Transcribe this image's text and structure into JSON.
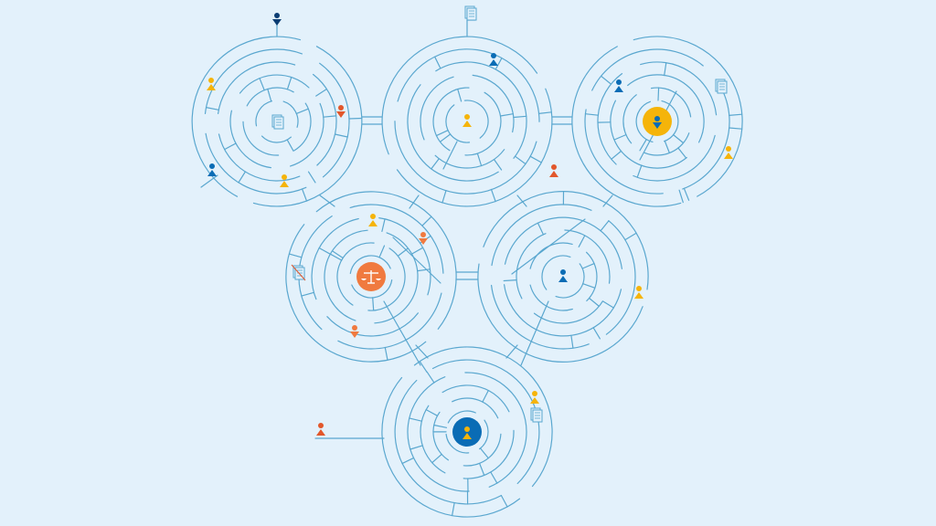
{
  "colors": {
    "background": "#e3f1fb",
    "maze_line": "#5aa7cf",
    "blue": "#0a6cb5",
    "navy": "#0b3d73",
    "yellow": "#f5b40a",
    "orange": "#f07a3f",
    "red": "#e2572b",
    "doc": "#5aa7cf"
  },
  "illustration": {
    "subject": "interconnected-circular-mazes",
    "mazes": [
      {
        "id": "top-left"
      },
      {
        "id": "top-center"
      },
      {
        "id": "top-right"
      },
      {
        "id": "middle-left",
        "hub_icon": "scales-icon"
      },
      {
        "id": "middle-right"
      },
      {
        "id": "bottom-center"
      }
    ],
    "hubs": [
      {
        "maze": "top-left",
        "icon": "document-icon",
        "fill": "none"
      },
      {
        "maze": "top-center",
        "icon": "person-icon",
        "fill": "none"
      },
      {
        "maze": "top-right",
        "icon": "person-icon",
        "fill": "yellow"
      },
      {
        "maze": "middle-left",
        "icon": "scales-icon",
        "fill": "orange"
      },
      {
        "maze": "middle-right",
        "icon": "person-icon",
        "fill": "none"
      },
      {
        "maze": "bottom-center",
        "icon": "person-icon",
        "fill": "blue"
      }
    ],
    "people": [
      {
        "color": "navy"
      },
      {
        "color": "yellow"
      },
      {
        "color": "red"
      },
      {
        "color": "blue"
      },
      {
        "color": "yellow"
      },
      {
        "color": "blue"
      },
      {
        "color": "yellow"
      },
      {
        "color": "red"
      },
      {
        "color": "blue"
      },
      {
        "color": "yellow"
      },
      {
        "color": "yellow"
      },
      {
        "color": "orange"
      },
      {
        "color": "orange"
      },
      {
        "color": "blue"
      },
      {
        "color": "yellow"
      },
      {
        "color": "yellow"
      },
      {
        "color": "red"
      }
    ],
    "documents": [
      {
        "icon": "document-icon"
      },
      {
        "icon": "document-icon"
      },
      {
        "icon": "document-icon"
      },
      {
        "icon": "document-crossed-icon"
      }
    ]
  }
}
